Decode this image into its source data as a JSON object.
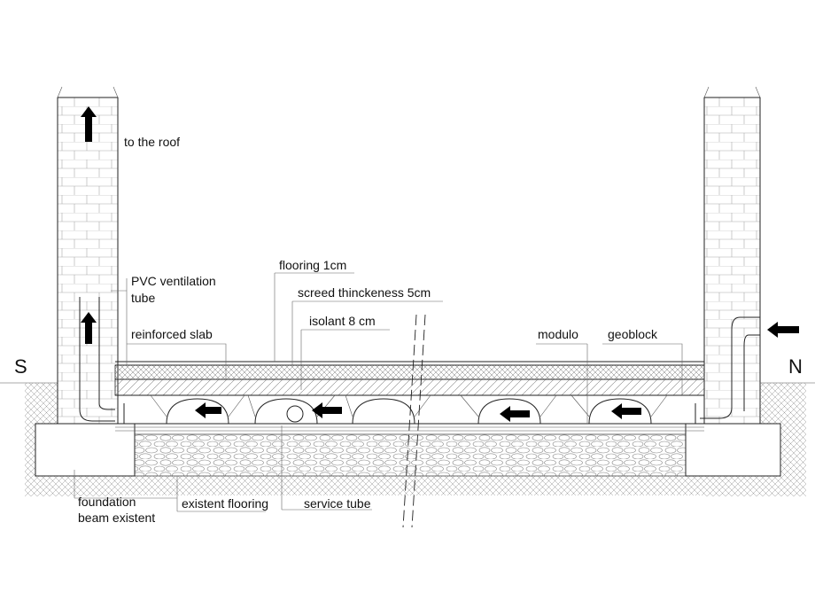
{
  "labels": {
    "to_roof": "to the roof",
    "pvc_line1": "PVC ventilation",
    "pvc_line2": "tube",
    "reinforced_slab": "reinforced slab",
    "flooring": "flooring 1cm",
    "screed": "screed thinckeness 5cm",
    "isolant": "isolant 8 cm",
    "modulo": "modulo",
    "geoblock": "geoblock",
    "south": "S",
    "north": "N",
    "foundation_line1": "foundation",
    "foundation_line2": "beam existent",
    "existent_flooring": "existent flooring",
    "service_tube": "service tube"
  },
  "colors": {
    "line": "#222222",
    "arrow": "#000000",
    "background": "#ffffff"
  },
  "icons": {
    "air_flow": "arrow-icon"
  }
}
